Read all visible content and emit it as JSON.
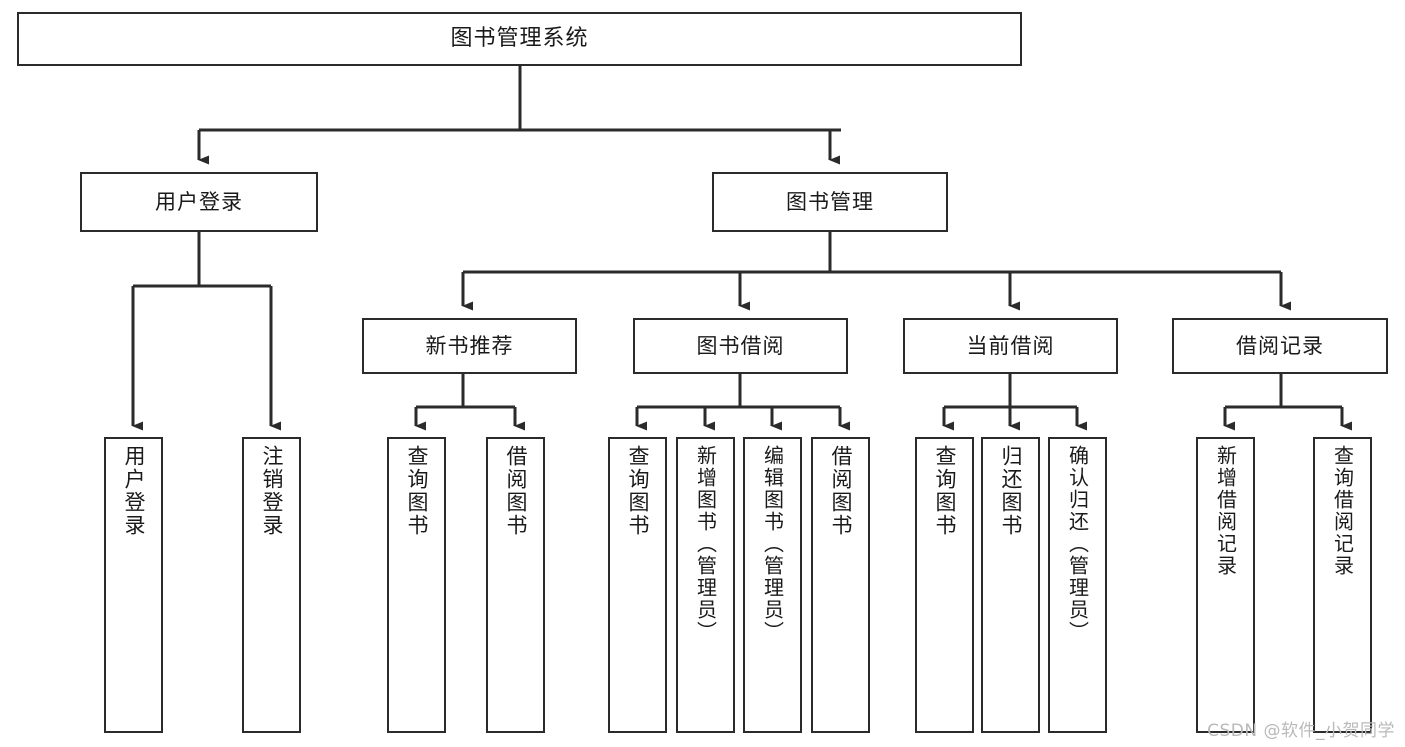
{
  "diagram": {
    "title": "图书管理系统",
    "watermark": "CSDN @软件_小贺同学",
    "level2": [
      {
        "label": "用户登录"
      },
      {
        "label": "图书管理"
      }
    ],
    "level3": [
      {
        "label": "新书推荐"
      },
      {
        "label": "图书借阅"
      },
      {
        "label": "当前借阅"
      },
      {
        "label": "借阅记录"
      }
    ],
    "leaves": {
      "user_login": [
        {
          "label": "用户登录"
        },
        {
          "label": "注销登录"
        }
      ],
      "new_books": [
        {
          "label": "查询图书"
        },
        {
          "label": "借阅图书"
        }
      ],
      "book_borrow": [
        {
          "label": "查询图书"
        },
        {
          "label": "新增图书（管理员）"
        },
        {
          "label": "编辑图书（管理员）"
        },
        {
          "label": "借阅图书"
        }
      ],
      "current_borrow": [
        {
          "label": "查询图书"
        },
        {
          "label": "归还图书"
        },
        {
          "label": "确认归还（管理员）"
        }
      ],
      "borrow_records": [
        {
          "label": "新增借阅记录"
        },
        {
          "label": "查询借阅记录"
        }
      ]
    },
    "colors": {
      "stroke": "#2b2b2b",
      "fill": "#ffffff",
      "text": "#1a1a1a",
      "watermark": "#b9b9b9"
    }
  }
}
